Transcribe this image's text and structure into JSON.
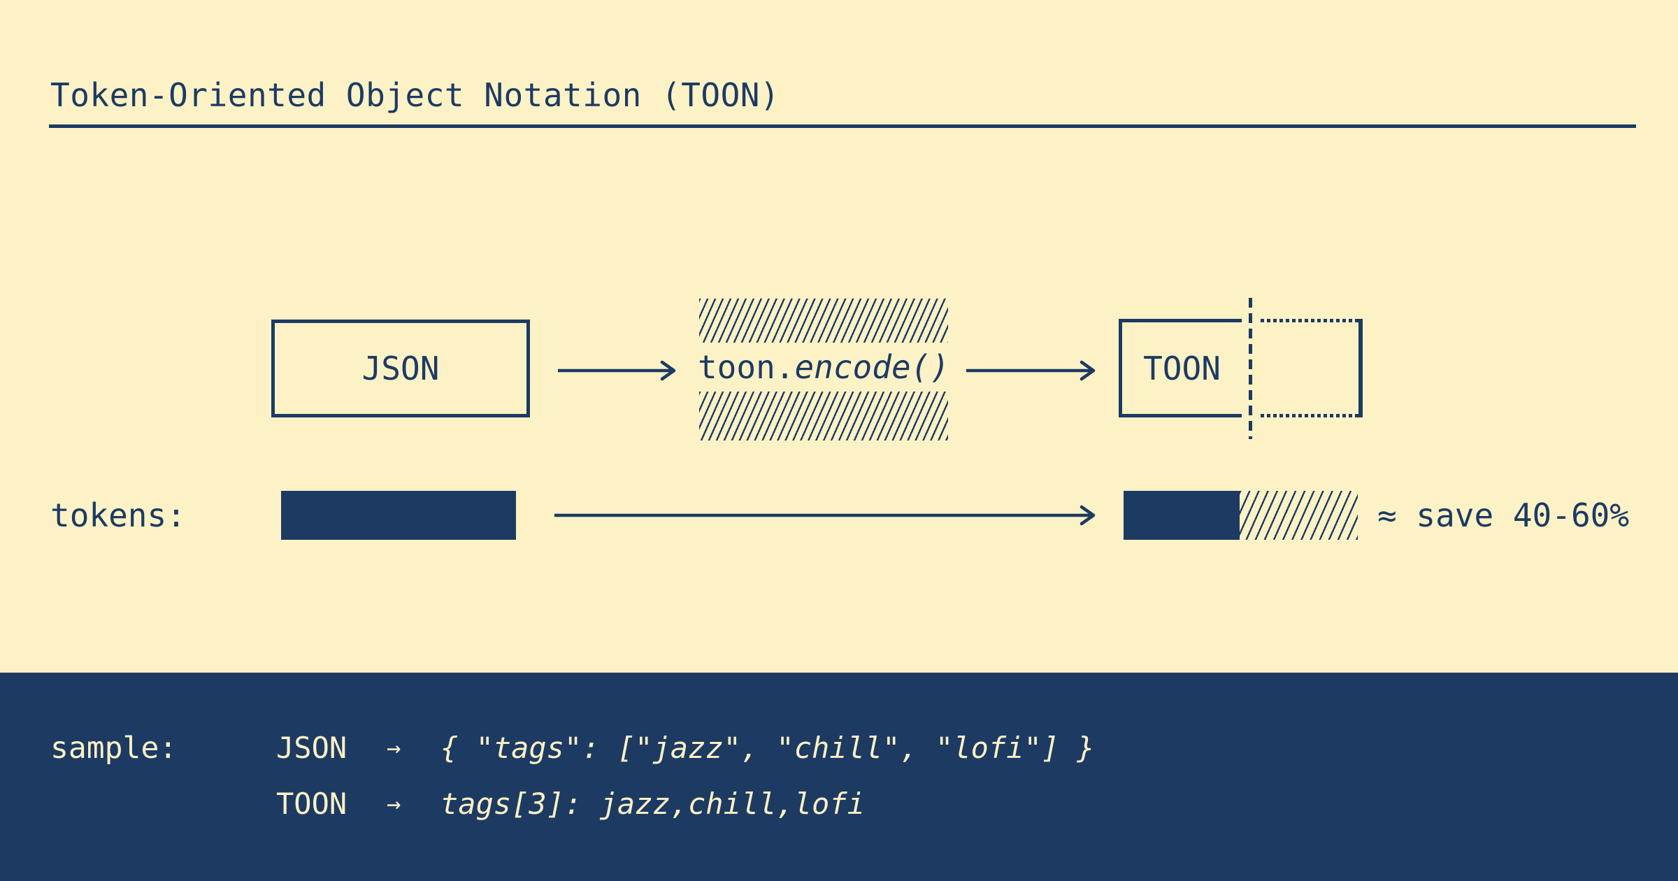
{
  "colors": {
    "cream": "#fcf2c6",
    "navy": "#1d3a63",
    "footer_text": "#faf1c5"
  },
  "header": {
    "title": "Token-Oriented Object Notation (TOON)"
  },
  "diagram": {
    "input_label": "JSON",
    "encode_prefix": "toon.",
    "encode_call": "encode()",
    "output_label": "TOON"
  },
  "tokens_row": {
    "label": "tokens:",
    "savings_note": "≈ save 40-60%"
  },
  "sample": {
    "label": "sample:",
    "arrow": "→",
    "rows": [
      {
        "format": "JSON",
        "code": "{ \"tags\": [\"jazz\", \"chill\", \"lofi\"] }"
      },
      {
        "format": "TOON",
        "code": "tags[3]: jazz,chill,lofi"
      }
    ]
  }
}
